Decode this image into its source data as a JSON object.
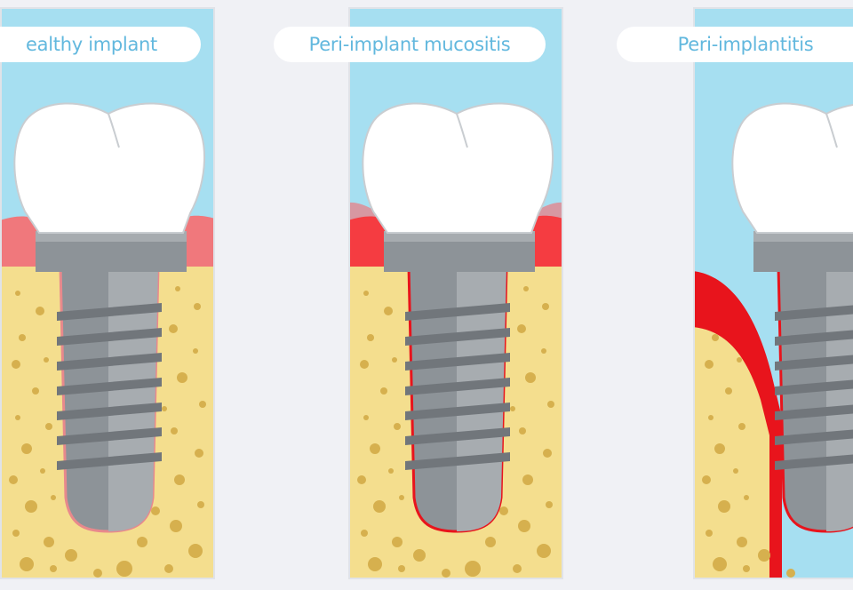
{
  "panels": [
    {
      "label": "ealthy implant",
      "stage": "healthy"
    },
    {
      "label": "Peri-implant mucositis",
      "stage": "mucositis"
    },
    {
      "label": "Peri-implantitis",
      "stage": "implantitis"
    }
  ],
  "colors": {
    "page_background": "#f0f1f5",
    "sky": "#a6dff1",
    "healthy_gum": "#f0787c",
    "inflamed_gum": "#e8141c",
    "bone": "#f4de8e",
    "bone_dots": "#d6b04e",
    "implant_metal": "#8d9398",
    "crown": "#ffffff",
    "label_text": "#62b8de"
  }
}
